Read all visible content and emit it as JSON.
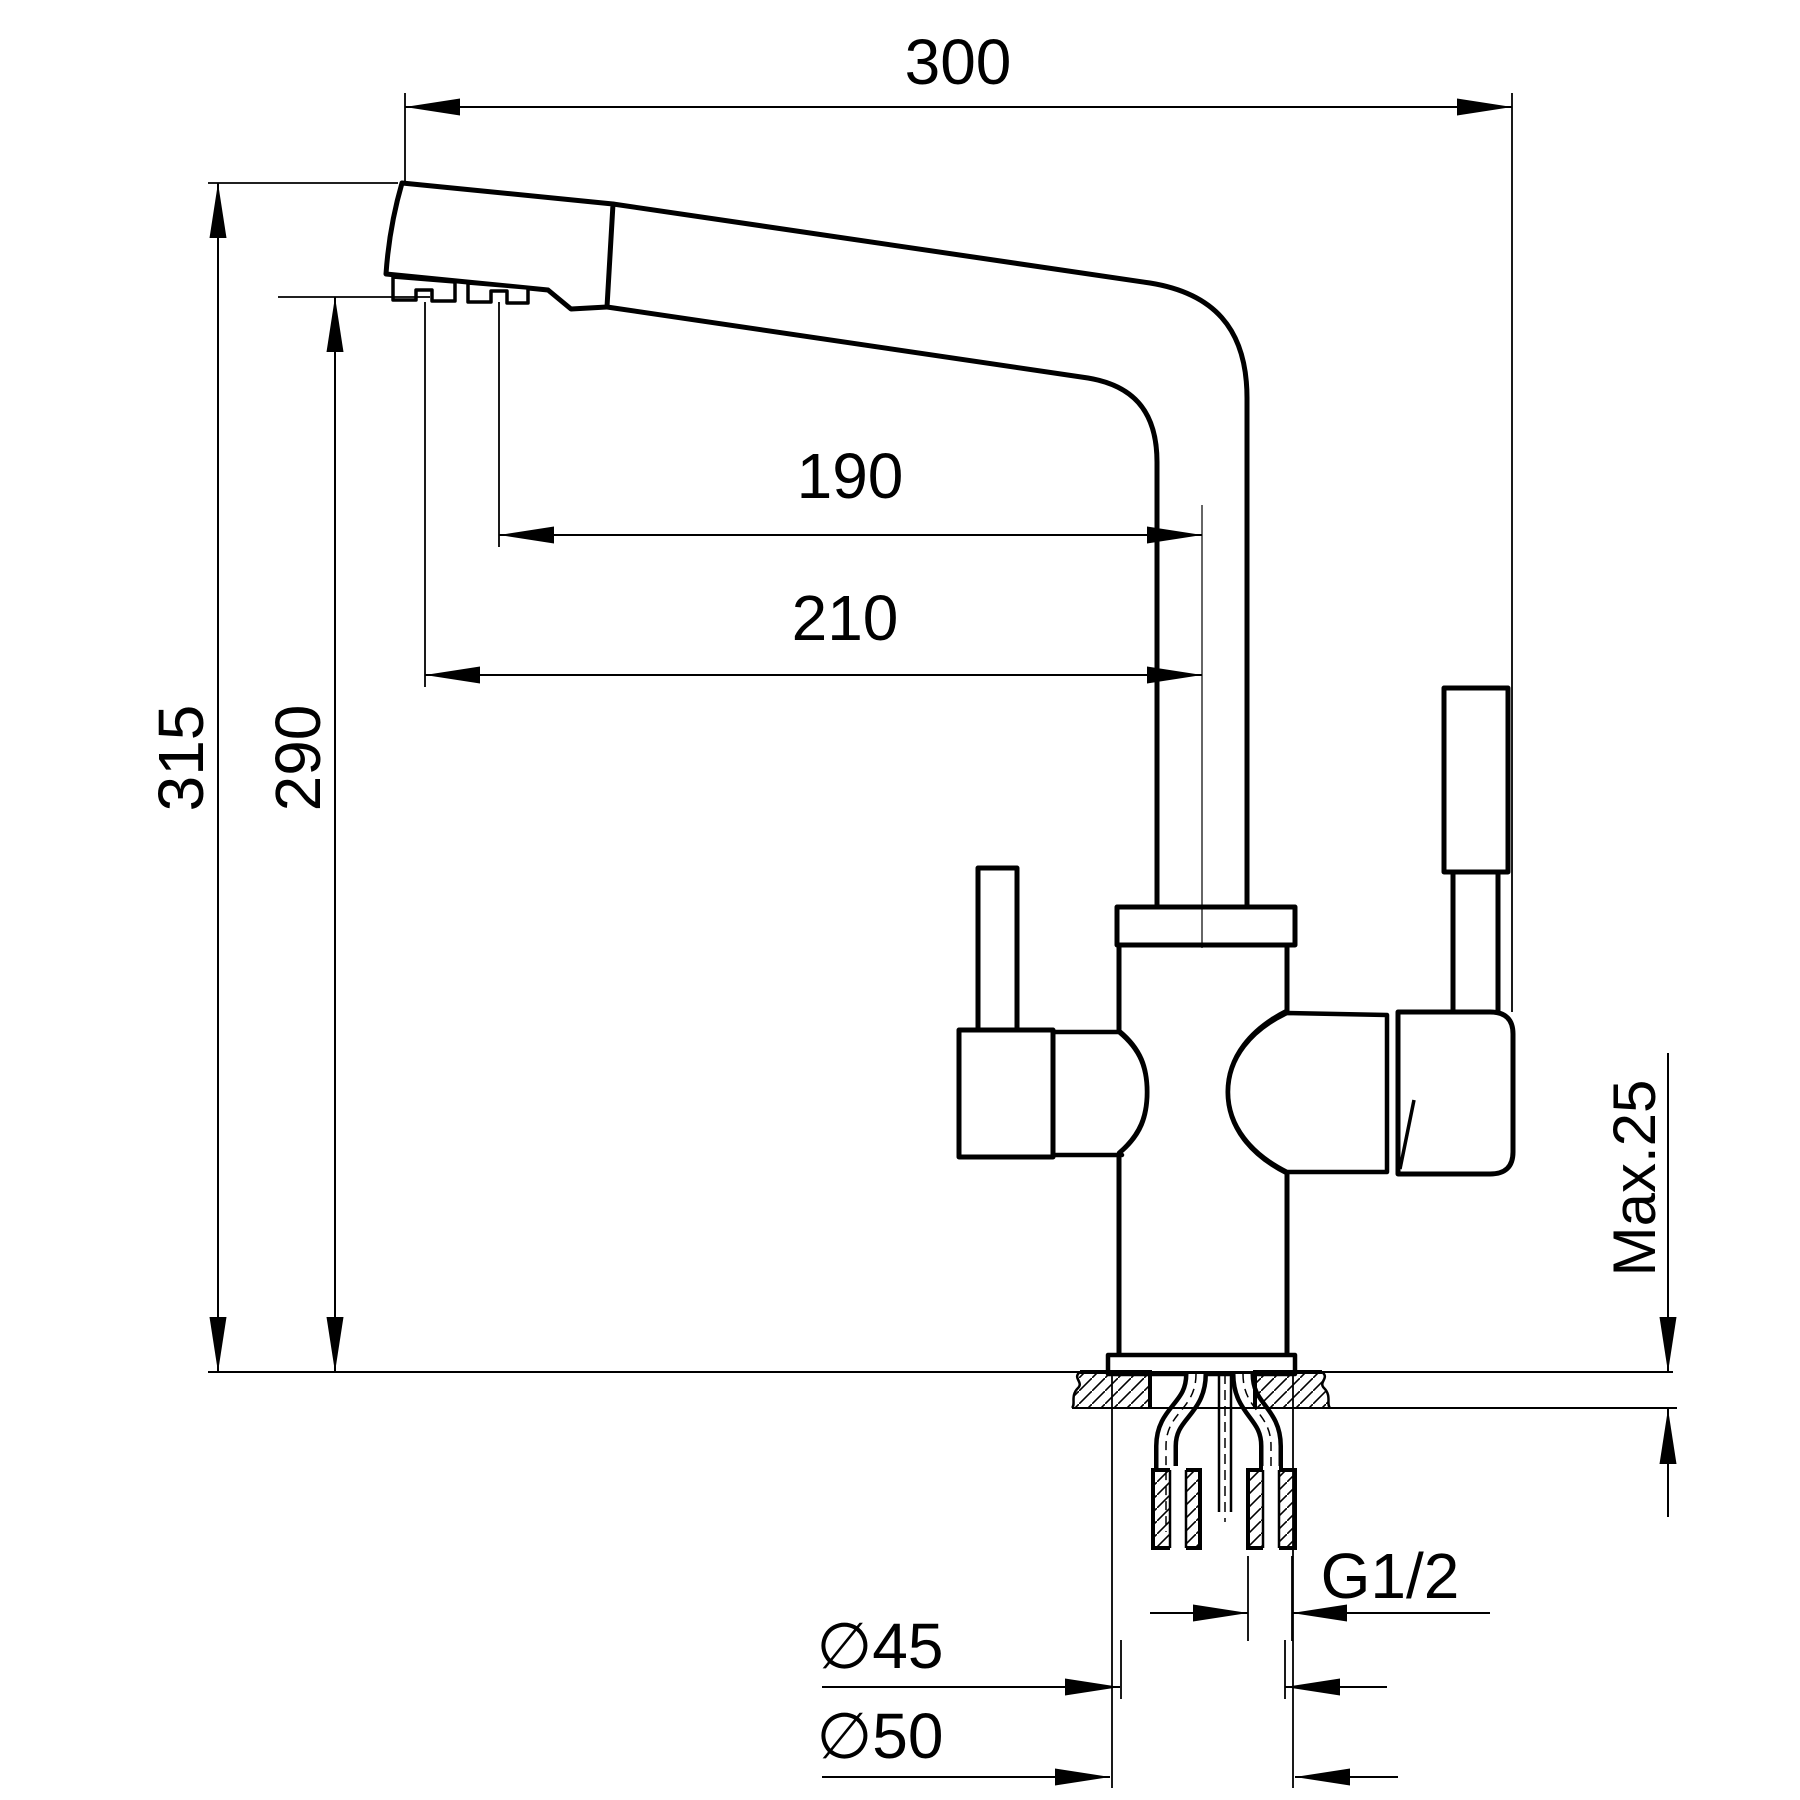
{
  "drawing": {
    "type": "technical-dimension-drawing",
    "subject": "kitchen-faucet-with-filter-channel",
    "background_color": "#ffffff",
    "line_color": "#000000",
    "dimensions": {
      "spout_reach": "300",
      "total_height": "315",
      "spout_height": "290",
      "aerator_inner_offset": "190",
      "aerator_outer_offset": "210",
      "max_counter_thickness": "Max.25",
      "supply_thread": "G1/2",
      "diameter_45": "∅45",
      "diameter_50": "∅50"
    }
  }
}
